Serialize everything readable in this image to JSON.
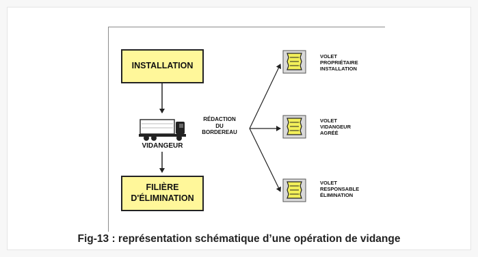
{
  "diagram": {
    "box_installation": "INSTALLATION",
    "box_filiere": "FILIÈRE\nD'ÉLIMINATION",
    "truck_label": "VIDANGEUR",
    "redaction_label": "RÉDACTION\nDU\nBORDEREAU",
    "volets": [
      "VOLET\nPROPRIÉTAIRE\nINSTALLATION",
      "VOLET\nVIDANGEUR\nAGRÉÉ",
      "VOLET\nRESPONSABLE\nÉLIMINATION"
    ],
    "colors": {
      "box_fill": "#fff79a",
      "doc_fill": "#f2ef5a",
      "stroke": "#222222"
    },
    "icons": [
      "truck-icon",
      "document-icon"
    ]
  },
  "caption": "Fig-13 : représentation schématique d’une opération de vidange"
}
